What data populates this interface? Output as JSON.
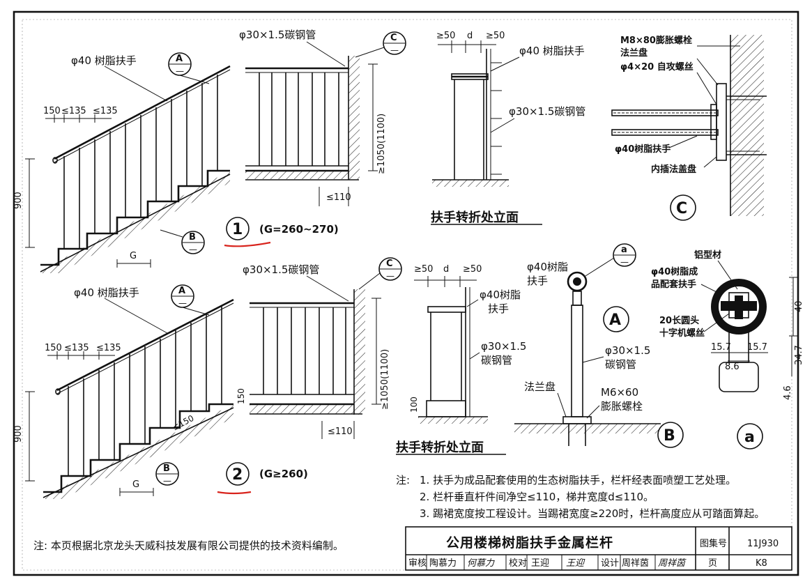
{
  "views": {
    "top": {
      "handrail_label": "φ40 树脂扶手",
      "tube_label": "φ30×1.5碳钢管",
      "dims": [
        "150",
        "≤135",
        "≤135"
      ],
      "height_dim": "900",
      "g_label": "G",
      "spacing_dim": "≤110",
      "vertical_dim": "≥1050(1100)",
      "circle_number": "1",
      "g_range": "(G=260~270)"
    },
    "bottom": {
      "handrail_label": "φ40 树脂扶手",
      "tube_label": "φ30×1.5碳钢管",
      "dims": [
        "150",
        "≤135",
        "≤135"
      ],
      "height_dim": "900",
      "g_label": "G",
      "spacing_dim": "≤110",
      "vertical_dim": "≥1050(1100)",
      "small_dim": "150",
      "slope_dim": "≤150",
      "circle_number": "2",
      "g_range": "(G≥260)"
    },
    "turn_top": {
      "dims": [
        "≥50",
        "d",
        "≥50"
      ],
      "handrail_label": "φ40 树脂扶手",
      "tube_label": "φ30×1.5碳钢管",
      "title": "扶手转折处立面"
    },
    "turn_bottom": {
      "dims": [
        "≥50",
        "d",
        "≥50"
      ],
      "handrail_label_line1": "φ40树脂",
      "handrail_label_line2": "扶手",
      "tube_label_line1": "φ30×1.5",
      "tube_label_line2": "碳钢管",
      "base_dim": "100",
      "title": "扶手转折处立面"
    },
    "detail_c": {
      "label_bolt": "M8×80膨胀螺栓",
      "label_flange": "法兰盘",
      "label_screw": "φ4×20 自攻螺丝",
      "label_handrail": "φ40树脂扶手",
      "label_cover": "内插法盖盘",
      "circle": "C"
    },
    "detail_ab": {
      "handrail_label_line1": "φ40树脂",
      "handrail_label_line2": "扶手",
      "tube_label_line1": "φ30×1.5",
      "tube_label_line2": "碳钢管",
      "flange_label": "法兰盘",
      "bolt_label_line1": "M6×60",
      "bolt_label_line2": "膨胀螺栓",
      "circle_a": "A",
      "circle_b": "B"
    },
    "detail_a": {
      "label_profile": "铝型材",
      "label_handrail_line1": "φ40树脂成",
      "label_handrail_line2": "品配套扶手",
      "label_screw_line1": "20长圆头",
      "label_screw_line2": "十字机螺丝",
      "dim_40": "40",
      "dim_157a": "15.7",
      "dim_157b": "15.7",
      "dim_86": "8.6",
      "dim_347": "34.7",
      "dim_46": "4.6",
      "circle": "a"
    },
    "callouts": {
      "a": "A",
      "b": "B",
      "c": "C",
      "sub": "—",
      "a_small": "a"
    }
  },
  "notes": {
    "prefix": "注:",
    "items": [
      "1. 扶手为成品配套使用的生态树脂扶手，栏杆经表面喷塑工艺处理。",
      "2. 栏杆垂直杆件间净空≤110，梯井宽度d≤110。",
      "3. 踢裙宽度按工程设计。当踢裙宽度≥220时，栏杆高度应从可踏面算起。"
    ]
  },
  "footnote": "注:    本页根据北京龙头天威科技发展有限公司提供的技术资料编制。",
  "title_block": {
    "title": "公用楼梯树脂扶手金属栏杆",
    "atlas_label": "图集号",
    "atlas_value": "11J930",
    "page_label": "页",
    "page_value": "K8",
    "review_label": "审核",
    "review_name": "陶慕力",
    "review_sign": "何慕力",
    "check_label": "校对",
    "check_name": "王迎",
    "check_sign": "王迎",
    "design_label": "设计",
    "design_name": "周祥茵",
    "design_sign": "周祥茵"
  }
}
